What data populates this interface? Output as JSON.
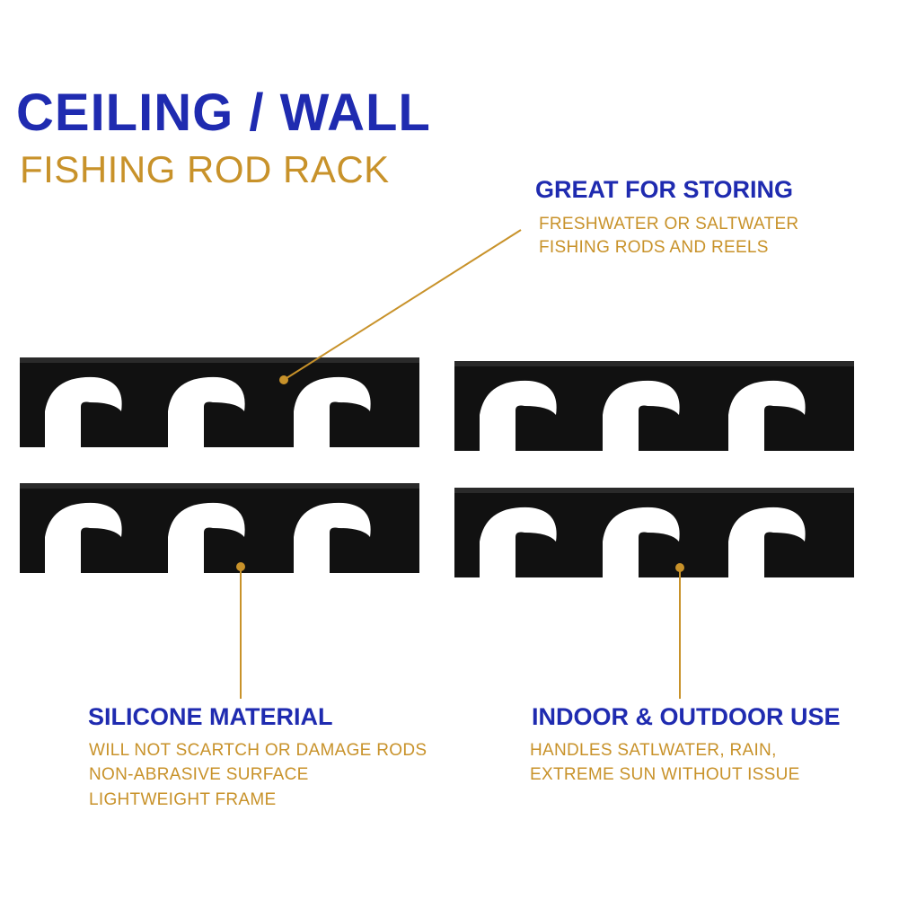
{
  "header": {
    "title": "CEILING / WALL",
    "subtitle": "FISHING ROD RACK"
  },
  "callouts": {
    "storing": {
      "heading": "GREAT FOR STORING",
      "lines": [
        "FRESHWATER OR SALTWATER",
        "FISHING RODS AND REELS"
      ]
    },
    "silicone": {
      "heading": "SILICONE MATERIAL",
      "lines": [
        "WILL NOT SCARTCH OR DAMAGE RODS",
        "NON-ABRASIVE SURFACE",
        "LIGHTWEIGHT FRAME"
      ]
    },
    "outdoor": {
      "heading": "INDOOR & OUTDOOR USE",
      "lines": [
        "HANDLES SATLWATER, RAIN,",
        "EXTREME SUN WITHOUT ISSUE"
      ]
    }
  },
  "colors": {
    "heading_blue": "#1f2bb0",
    "accent_gold": "#c8922a",
    "rack_black": "#111111"
  }
}
